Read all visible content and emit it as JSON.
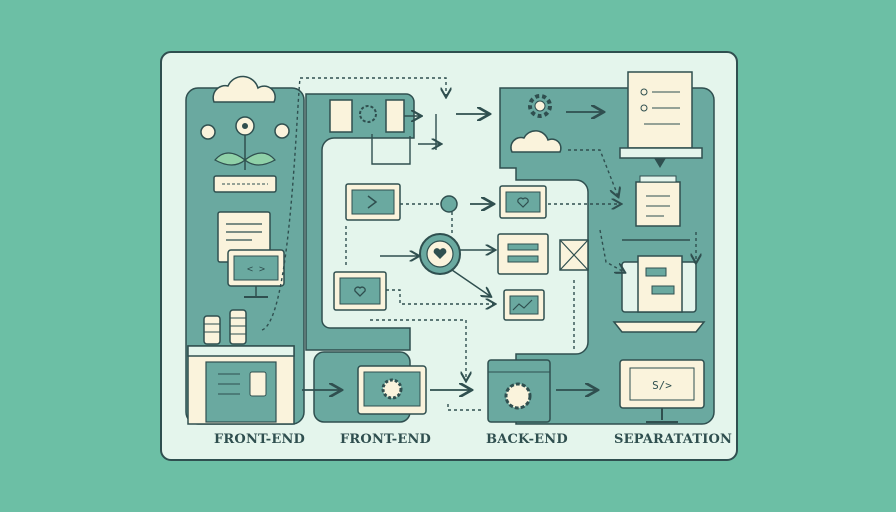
{
  "labels": [
    "FRONT-END",
    "FRONT-END",
    "BACK-END",
    "SEPARATATION"
  ],
  "glyphs": {
    "code_brackets": "< >",
    "code_symbol": "S/>"
  },
  "colors": {
    "background": "#6cbfa5",
    "card": "#e4f5ec",
    "panel": "#6aa9a0",
    "outline": "#2f4f4f",
    "cream": "#faf3dc",
    "screen": "#6aa9a0"
  },
  "icons": [
    "cloud-icon",
    "flower-icon",
    "gear-icon",
    "heart-icon",
    "document-icon",
    "monitor-icon",
    "laptop-icon",
    "server-icon",
    "database-icon",
    "mail-icon",
    "arrow-icon"
  ]
}
